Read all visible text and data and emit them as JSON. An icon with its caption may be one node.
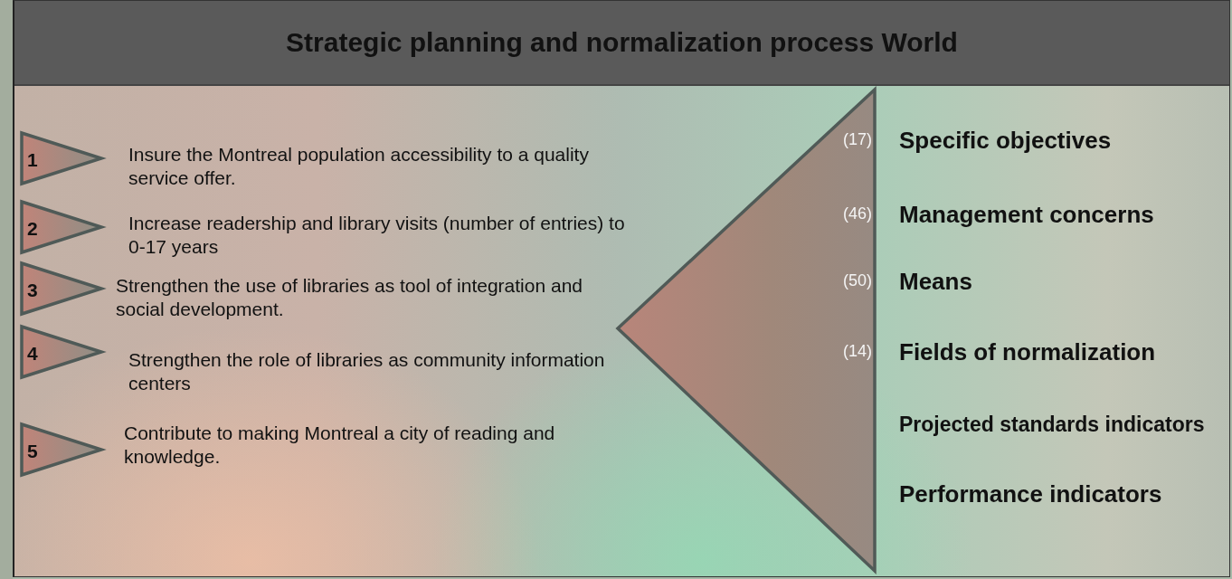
{
  "diagram": {
    "title": "Strategic planning and normalization process World",
    "nodes": [
      {
        "text": [
          "1"
        ]
      },
      {
        "text": [
          "2"
        ]
      },
      {
        "text": [
          "3"
        ]
      },
      {
        "text": [
          "4"
        ]
      },
      {
        "text": [
          "5"
        ]
      },
      {
        "text": [
          "(17)",
          "(46)",
          "(50)",
          "(14)"
        ]
      }
    ],
    "edges": [],
    "labels": [
      "Insure the Montreal population accessibility to a quality service offer.",
      "Increase readership and library visits (number of entries) to 0-17 years",
      "Strengthen the use of libraries as tool of integration and social development.",
      "Strengthen the role of libraries as community information centers",
      "Contribute to making Montreal a city of reading and knowledge.",
      "Specific objectives",
      "Management concerns",
      "Means",
      "Fields of normalization",
      "Projected standards indicators",
      "Performance indicators"
    ]
  }
}
